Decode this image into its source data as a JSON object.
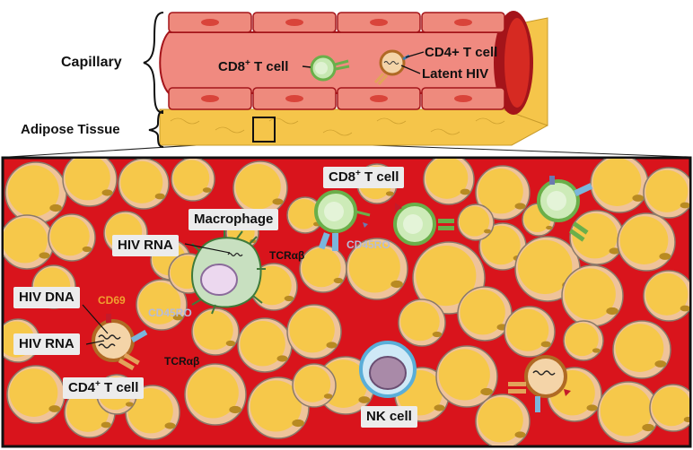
{
  "labels": {
    "capillary": "Capillary",
    "adipose_tissue": "Adipose Tissue",
    "cd8_top_prefix": "CD8",
    "cd8_top_sup": "+",
    "cd8_top_suffix": " T cell",
    "cd4_top": "CD4+ T cell",
    "latent_hiv": "Latent HIV",
    "cd8_zoom_prefix": "CD8",
    "cd8_zoom_sup": "+",
    "cd8_zoom_suffix": " T cell",
    "macrophage": "Macrophage",
    "hiv_rna_macrophage": "HIV RNA",
    "tcrab_macrophage": "TCRαβ",
    "cd45ro_center": "CD45RO",
    "hiv_dna": "HIV DNA",
    "cd69": "CD69",
    "hiv_rna_cd4": "HIV RNA",
    "cd45ro_left": "CD45RO",
    "tcrab_cd4": "TCRαβ",
    "cd4_zoom_prefix": "CD4",
    "cd4_zoom_sup": "+",
    "cd4_zoom_suffix": " T cell",
    "nk_cell": "NK cell"
  },
  "colors": {
    "vessel_red": "#d62a22",
    "vessel_dark": "#a4141a",
    "endothelium": "#ee8a7d",
    "adipocyte": "#f5c54a",
    "adipocyte_edge": "#d4a63a",
    "interstitium": "#d9141c",
    "cd8_green": "#9ad07a",
    "cd4_orange": "#e2a35a",
    "macrophage": "#c8e0c0",
    "nk_blue": "#7ec3e6",
    "cd45ro_text": "#b7bcd8",
    "cd69_text": "#f0a030"
  }
}
